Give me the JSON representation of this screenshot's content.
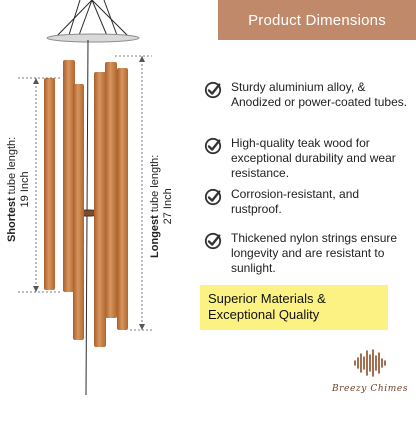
{
  "header": {
    "title": "Product Dimensions"
  },
  "dimensions": {
    "shortest": {
      "bold": "Shortest",
      "rest": " tube length:",
      "value": "19 Inch"
    },
    "longest": {
      "bold": "Longest",
      "rest": " tube length:",
      "value": "27 Inch"
    }
  },
  "features": [
    {
      "text": "Sturdy aluminium alloy, & Anodized or power-coated  tubes."
    },
    {
      "text": "High-quality teak wood for exceptional durability and wear resistance."
    },
    {
      "text": "Corrosion-resistant, and rustproof."
    },
    {
      "text": "Thickened nylon strings ensure longevity and are resistant to sunlight."
    }
  ],
  "highlight": {
    "line1": "Superior Materials &",
    "line2": "Exceptional Quality"
  },
  "brand": {
    "name": "Breezy Chimes"
  },
  "colors": {
    "banner": "#c08a6a",
    "tube": "#c5773f",
    "highlight": "#fbf283",
    "check": "#333333"
  },
  "icons": {
    "feature_check": "check-circle-icon",
    "brand_logo": "sound-wave-icon"
  }
}
